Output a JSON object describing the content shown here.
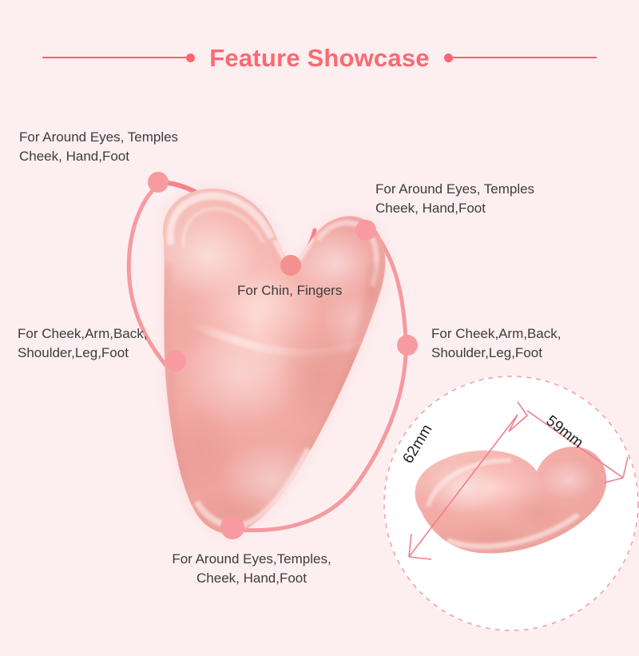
{
  "page": {
    "background_color": "#fdeef0",
    "accent_color": "#fa6a72",
    "stone_color": "#f3a8a4"
  },
  "header": {
    "title": "Feature Showcase"
  },
  "callouts": {
    "top_left": "For Around Eyes, Temples\nCheek, Hand,Foot",
    "top_right": "For Around Eyes, Temples\nCheek, Hand,Foot",
    "center": "For Chin, Fingers",
    "middle_left": "For Cheek,Arm,Back,\nShoulder,Leg,Foot",
    "middle_right": "For Cheek,Arm,Back,\nShoulder,Leg,Foot",
    "bottom": "For Around Eyes,Temples,\nCheek, Hand,Foot"
  },
  "dimensions": {
    "length": "62mm",
    "width": "59mm"
  }
}
